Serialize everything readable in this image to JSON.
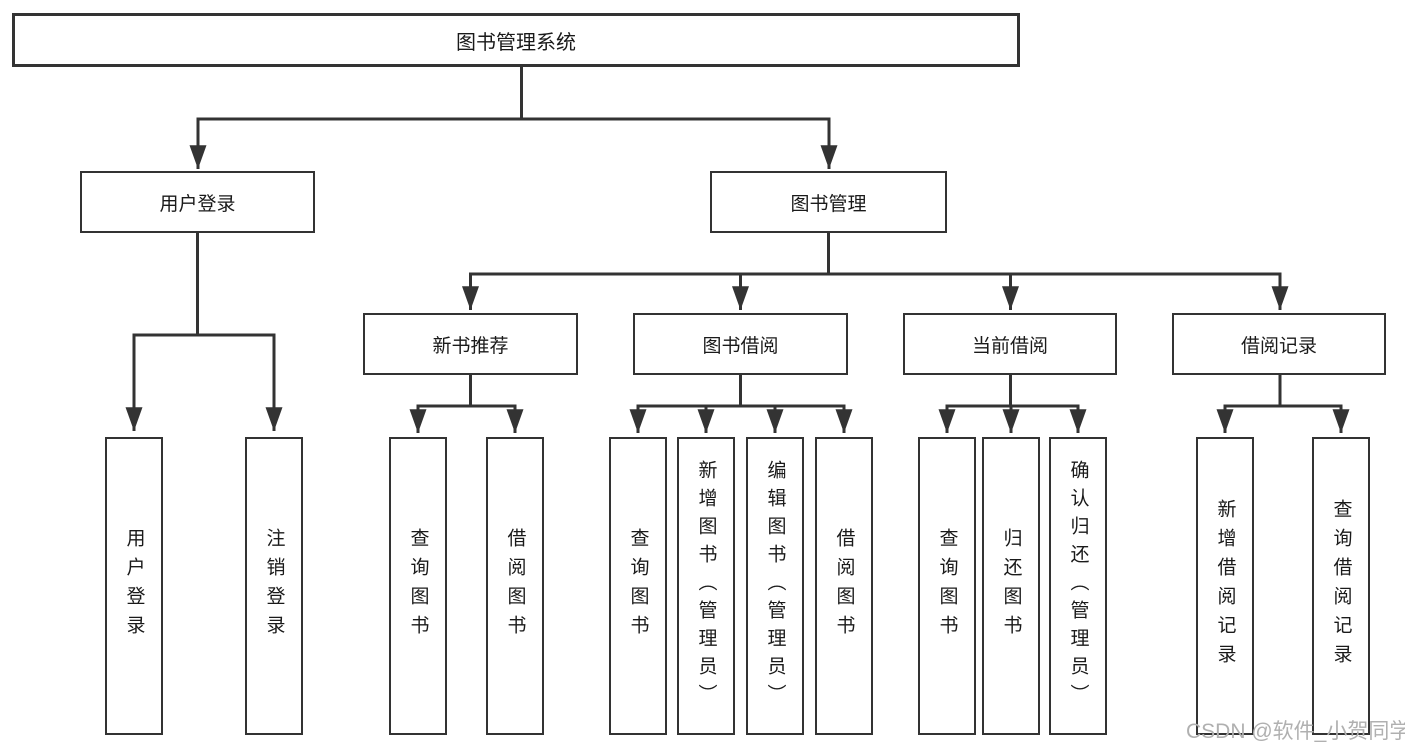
{
  "diagram": {
    "title": "图书管理系统",
    "nodes": {
      "root": {
        "label": "图书管理系统"
      },
      "level2": [
        {
          "label": "用户登录",
          "parent": "图书管理系统"
        },
        {
          "label": "图书管理",
          "parent": "图书管理系统"
        }
      ],
      "level3": [
        {
          "label": "新书推荐",
          "parent": "图书管理"
        },
        {
          "label": "图书借阅",
          "parent": "图书管理"
        },
        {
          "label": "当前借阅",
          "parent": "图书管理"
        },
        {
          "label": "借阅记录",
          "parent": "图书管理"
        }
      ],
      "leaves": [
        {
          "label": "用户登录",
          "parent": "用户登录"
        },
        {
          "label": "注销登录",
          "parent": "用户登录"
        },
        {
          "label": "查询图书",
          "parent": "新书推荐"
        },
        {
          "label": "借阅图书",
          "parent": "新书推荐"
        },
        {
          "label": "查询图书",
          "parent": "图书借阅"
        },
        {
          "label": "新增图书（管理员）",
          "parent": "图书借阅"
        },
        {
          "label": "编辑图书（管理员）",
          "parent": "图书借阅"
        },
        {
          "label": "借阅图书",
          "parent": "图书借阅"
        },
        {
          "label": "查询图书",
          "parent": "当前借阅"
        },
        {
          "label": "归还图书",
          "parent": "当前借阅"
        },
        {
          "label": "确认归还（管理员）",
          "parent": "当前借阅"
        },
        {
          "label": "新增借阅记录",
          "parent": "借阅记录"
        },
        {
          "label": "查询借阅记录",
          "parent": "借阅记录"
        }
      ]
    }
  },
  "watermark": {
    "text": "CSDN @软件_小贺同学"
  },
  "colors": {
    "line": "#333333",
    "box_border": "#333333",
    "box_fill": "#ffffff",
    "text": "#1a1a1a",
    "watermark": "#b0b0b0"
  }
}
